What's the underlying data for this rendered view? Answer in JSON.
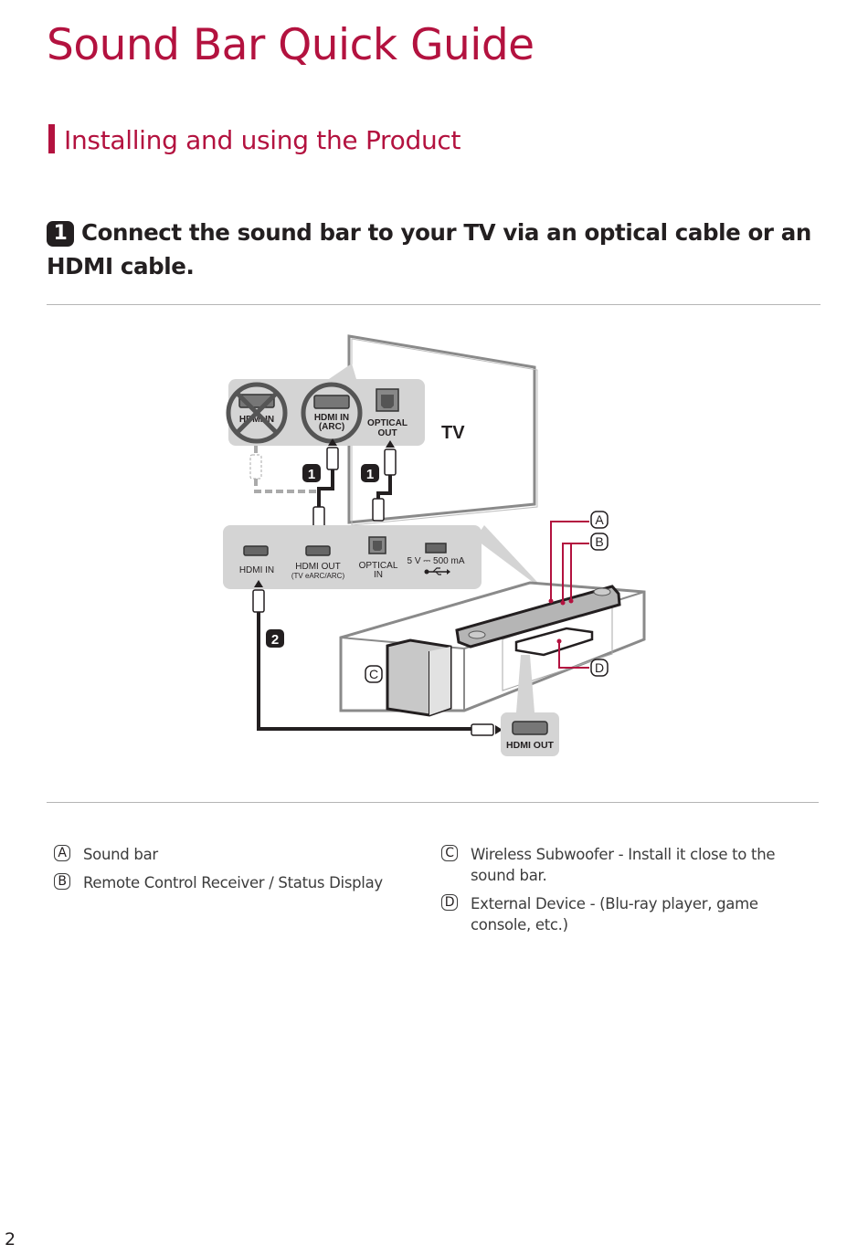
{
  "page": {
    "title": "Sound Bar Quick Guide",
    "section_heading": "Installing and using the Product",
    "page_number": "2"
  },
  "step": {
    "number": "1",
    "text": "Connect the sound bar to your TV via an optical cable or an HDMI cable."
  },
  "diagram": {
    "tv_label": "TV",
    "tv_ports": {
      "hdmi_in": "HDMI IN",
      "hdmi_in_arc_line1": "HDMI IN",
      "hdmi_in_arc_line2": "(ARC)",
      "optical_out_line1": "OPTICAL",
      "optical_out_line2": "OUT"
    },
    "soundbar_ports": {
      "hdmi_in": "HDMI IN",
      "hdmi_out": "HDMI OUT",
      "hdmi_out_sub": "(TV eARC/ARC)",
      "optical_in_line1": "OPTICAL",
      "optical_in_line2": "IN",
      "usb_rating": "5 V ⎓ 500 mA"
    },
    "external_port": "HDMI OUT",
    "step_markers": [
      "1",
      "1",
      "2"
    ],
    "callouts": [
      "A",
      "B",
      "C",
      "D"
    ],
    "colors": {
      "accent": "#b3123f",
      "panel": "#d4d4d4",
      "cable": "#231f20",
      "outline": "#8a8a8a"
    }
  },
  "legend": {
    "left": [
      {
        "letter": "A",
        "text": "Sound bar"
      },
      {
        "letter": "B",
        "text": "Remote Control Receiver / Status Display"
      }
    ],
    "right": [
      {
        "letter": "C",
        "text": "Wireless Subwoofer - Install it close to the sound bar."
      },
      {
        "letter": "D",
        "text": "External Device - (Blu-ray player, game console, etc.)"
      }
    ]
  },
  "colors": {
    "brand": "#b3123f",
    "text": "#231f20",
    "divider": "#b5b5b5"
  }
}
